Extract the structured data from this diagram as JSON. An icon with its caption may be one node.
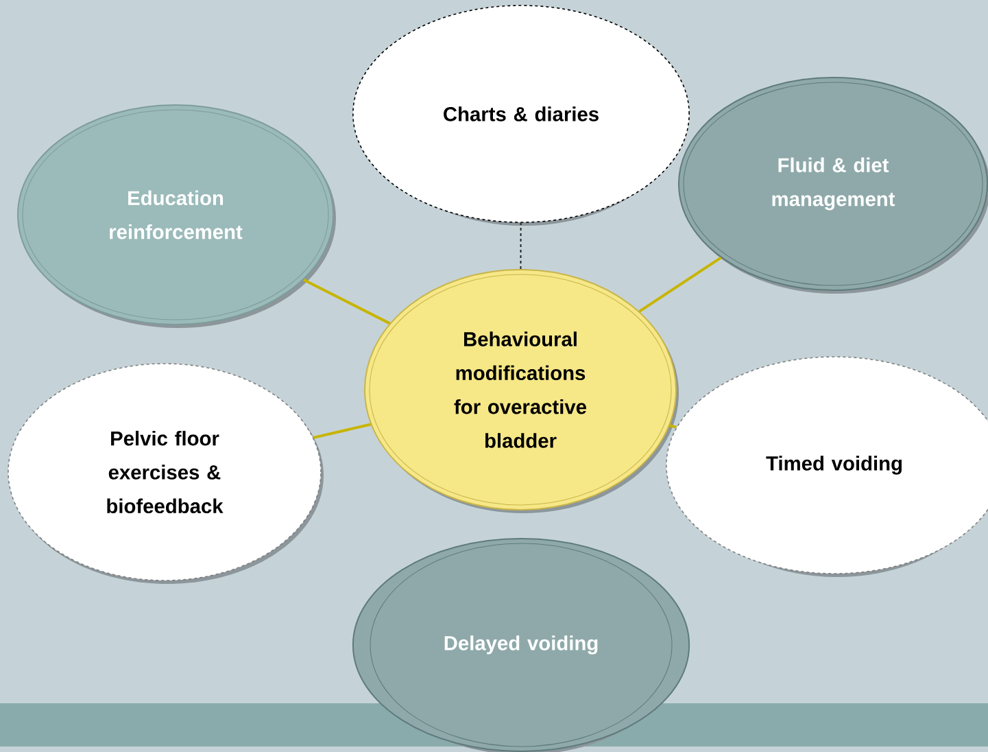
{
  "diagram": {
    "nodes": [
      {
        "text": [
          "Charts & diaries"
        ]
      },
      {
        "text": [
          "Education reinforcement"
        ]
      },
      {
        "text": [
          "Fluid & diet management"
        ]
      },
      {
        "text": [
          "Behavioural modifications for overactive bladder"
        ]
      },
      {
        "text": [
          "Pelvic floor exercises & biofeedback"
        ]
      },
      {
        "text": [
          "Timed voiding"
        ]
      },
      {
        "text": [
          "Delayed voiding"
        ]
      }
    ],
    "edges": [
      {
        "from": 3,
        "to": 0,
        "arrow": "none",
        "style": "dashed",
        "color": "#222222"
      },
      {
        "from": 3,
        "to": 1,
        "arrow": "none"
      },
      {
        "from": 3,
        "to": 2,
        "arrow": "none"
      },
      {
        "from": 3,
        "to": 4,
        "arrow": "none"
      },
      {
        "from": 3,
        "to": 5,
        "arrow": "none"
      }
    ]
  }
}
